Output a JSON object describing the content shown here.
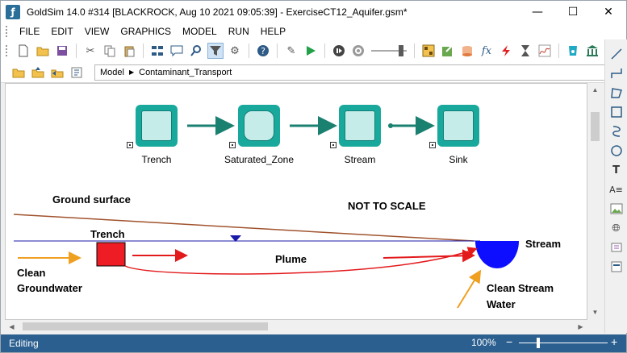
{
  "window": {
    "title": "GoldSim 14.0 #314 [BLACKROCK, Aug 10 2021 09:05:39]  - ExerciseCT12_Aquifer.gsm*",
    "minimize": "—",
    "maximize": "☐",
    "close": "✕"
  },
  "menu": [
    "FILE",
    "EDIT",
    "VIEW",
    "GRAPHICS",
    "MODEL",
    "RUN",
    "HELP"
  ],
  "breadcrumb": {
    "root": "Model",
    "current": "Contaminant_Transport"
  },
  "diagram": {
    "elements": [
      {
        "label": "Trench",
        "icon": "reservoir-icon"
      },
      {
        "label": "Saturated_Zone",
        "icon": "pipe-icon"
      },
      {
        "label": "Stream",
        "icon": "reservoir-icon"
      },
      {
        "label": "Sink",
        "icon": "reservoir-icon"
      }
    ],
    "labels": {
      "ground_surface": "Ground surface",
      "not_to_scale": "NOT TO SCALE",
      "trench": "Trench",
      "stream": "Stream",
      "plume": "Plume",
      "clean_groundwater_1": "Clean",
      "clean_groundwater_2": "Groundwater",
      "clean_stream_water_1": "Clean Stream",
      "clean_stream_water_2": "Water"
    },
    "colors": {
      "element_fill": "#19a99c",
      "connector": "#1a8070",
      "ground_line": "#a0522d",
      "water_table": "#1a1aa8",
      "trench": "#ee1c24",
      "plume": "#e31a1c",
      "stream": "#0d0dff",
      "clean_arrow": "#f0a020"
    }
  },
  "status": {
    "mode": "Editing",
    "zoom": "100%",
    "zoom_level_percent": 100
  }
}
